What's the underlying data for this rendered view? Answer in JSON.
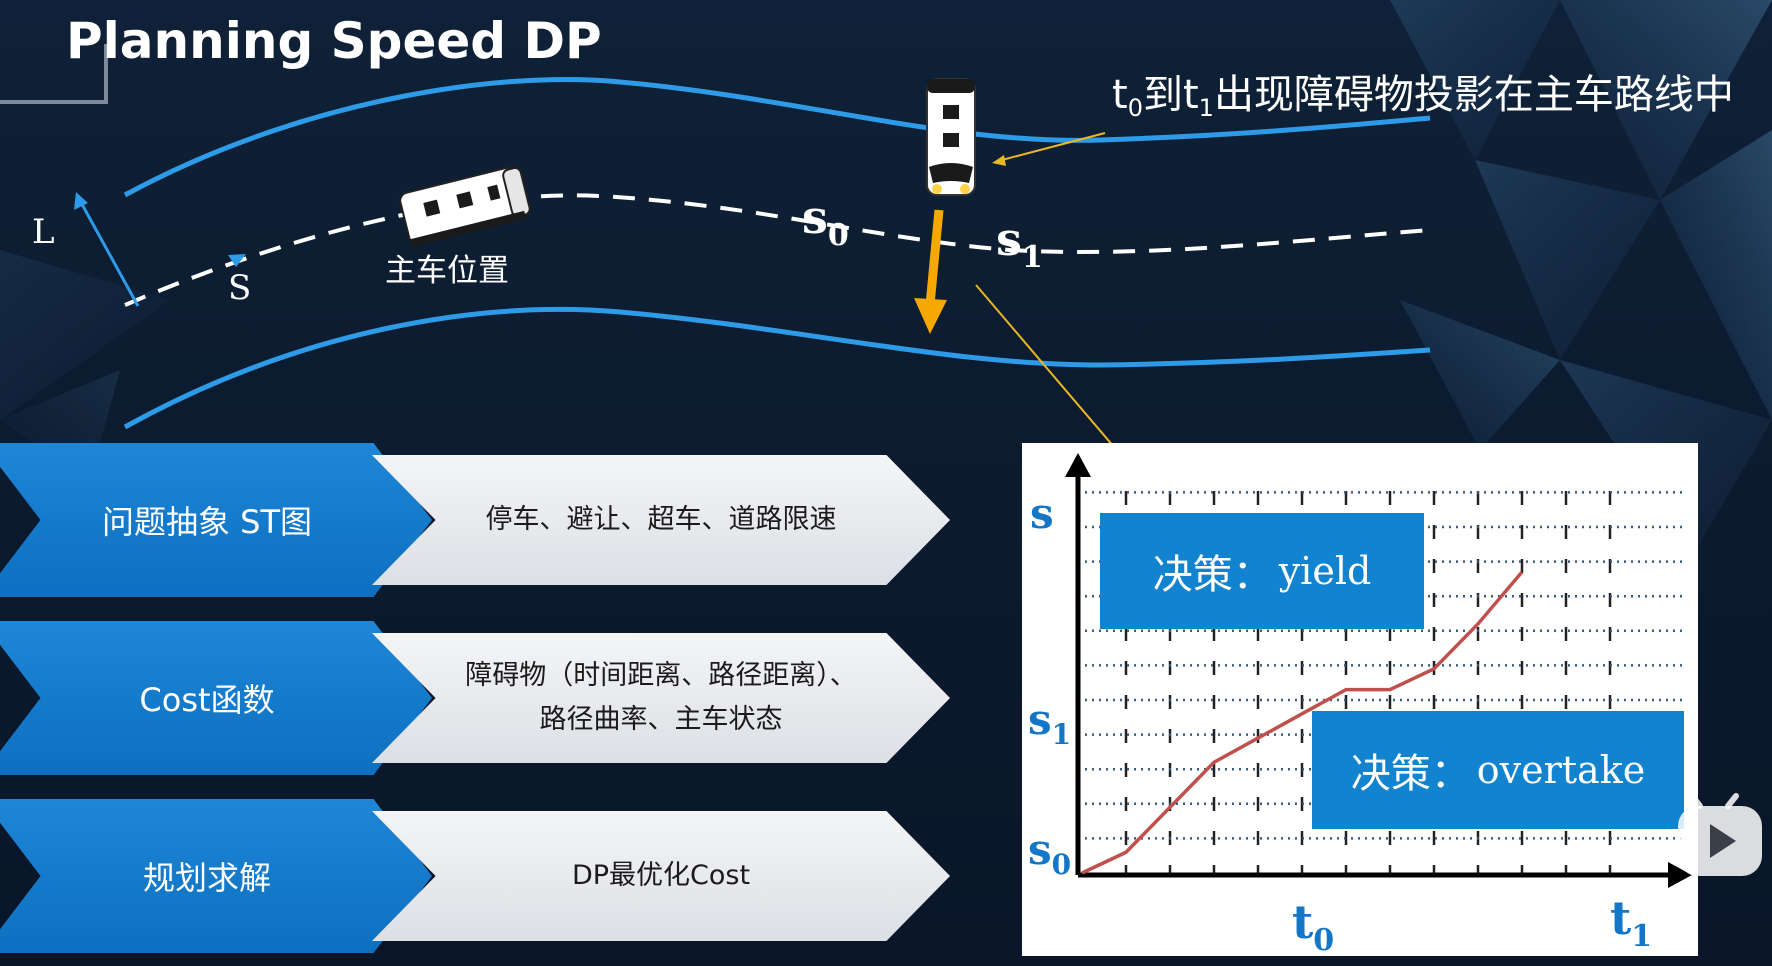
{
  "title": "Planning Speed DP",
  "annotation": {
    "text": "t",
    "sub0": "0",
    "mid": "到t",
    "sub1": "1",
    "tail": "出现障碍物投影在主车路线中"
  },
  "road": {
    "axis_l": "L",
    "axis_s": "S",
    "ego_label": "主车位置",
    "s0": {
      "main": "s",
      "sub": "0"
    },
    "s1": {
      "main": "s",
      "sub": "1"
    }
  },
  "steps": [
    {
      "label": "问题抽象 ST图",
      "detail_lines": [
        "停车、避让、超车、道路限速"
      ]
    },
    {
      "label": "Cost函数",
      "detail_lines": [
        "障碍物（时间距离、路径距离）、",
        "路径曲率、主车状态"
      ]
    },
    {
      "label": "规划求解",
      "detail_lines": [
        "DP最优化Cost"
      ]
    }
  ],
  "chart_data": {
    "type": "line",
    "y_labels": [
      {
        "main": "s",
        "sub": ""
      },
      {
        "main": "s",
        "sub": "1"
      },
      {
        "main": "s",
        "sub": "0"
      }
    ],
    "x_labels": [
      {
        "main": "t",
        "sub": "0"
      },
      {
        "main": "t",
        "sub": "1"
      }
    ],
    "decisions": [
      {
        "zh": "决策：",
        "en": "yield"
      },
      {
        "zh": "决策：",
        "en": "overtake"
      }
    ],
    "grid": {
      "columns": 12,
      "rows": 11
    },
    "path": [
      [
        0,
        0
      ],
      [
        1,
        0.6
      ],
      [
        3,
        3.2
      ],
      [
        5,
        4.6
      ],
      [
        6,
        5.3
      ],
      [
        7,
        5.3
      ],
      [
        8,
        5.9
      ],
      [
        9,
        7.2
      ],
      [
        10,
        8.7
      ]
    ],
    "colors": {
      "path": "#c0504d",
      "axis": "#000000",
      "box": "#1183cf",
      "label": "#1376c6"
    }
  },
  "colors": {
    "lane": "#2e9be8",
    "arrow_orange": "#f5a800",
    "leader_yellow": "#e8b824"
  }
}
